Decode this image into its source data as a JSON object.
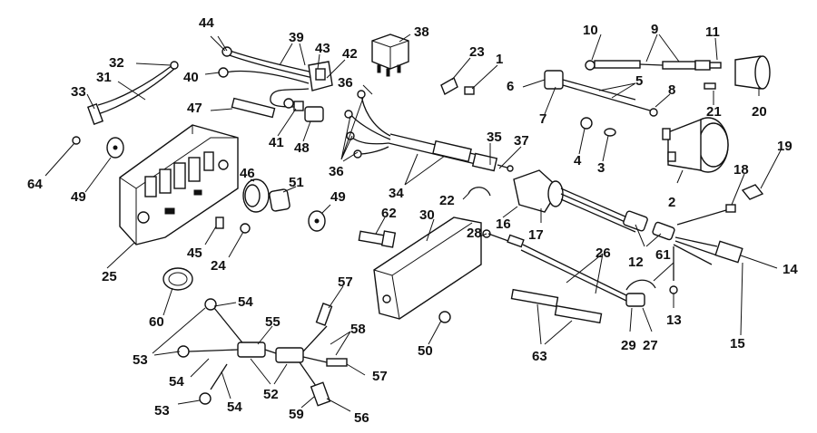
{
  "diagram": {
    "callouts": [
      {
        "id": "c44",
        "text": "44"
      },
      {
        "id": "c39",
        "text": "39"
      },
      {
        "id": "c43",
        "text": "43"
      },
      {
        "id": "c42",
        "text": "42"
      },
      {
        "id": "c38",
        "text": "38"
      },
      {
        "id": "c23",
        "text": "23"
      },
      {
        "id": "c1",
        "text": "1"
      },
      {
        "id": "c10",
        "text": "10"
      },
      {
        "id": "c9",
        "text": "9"
      },
      {
        "id": "c11",
        "text": "11"
      },
      {
        "id": "c32",
        "text": "32"
      },
      {
        "id": "c31",
        "text": "31"
      },
      {
        "id": "c33",
        "text": "33"
      },
      {
        "id": "c40",
        "text": "40"
      },
      {
        "id": "c36a",
        "text": "36"
      },
      {
        "id": "c6",
        "text": "6"
      },
      {
        "id": "c5",
        "text": "5"
      },
      {
        "id": "c8",
        "text": "8"
      },
      {
        "id": "c21",
        "text": "21"
      },
      {
        "id": "c20",
        "text": "20"
      },
      {
        "id": "c47",
        "text": "47"
      },
      {
        "id": "c41",
        "text": "41"
      },
      {
        "id": "c48",
        "text": "48"
      },
      {
        "id": "c7",
        "text": "7"
      },
      {
        "id": "c35",
        "text": "35"
      },
      {
        "id": "c37",
        "text": "37"
      },
      {
        "id": "c4",
        "text": "4"
      },
      {
        "id": "c3",
        "text": "3"
      },
      {
        "id": "c19",
        "text": "19"
      },
      {
        "id": "c18",
        "text": "18"
      },
      {
        "id": "c64",
        "text": "64"
      },
      {
        "id": "c49a",
        "text": "49"
      },
      {
        "id": "c46",
        "text": "46"
      },
      {
        "id": "c51",
        "text": "51"
      },
      {
        "id": "c36b",
        "text": "36"
      },
      {
        "id": "c34",
        "text": "34"
      },
      {
        "id": "c2",
        "text": "2"
      },
      {
        "id": "c49b",
        "text": "49"
      },
      {
        "id": "c22",
        "text": "22"
      },
      {
        "id": "c16",
        "text": "16"
      },
      {
        "id": "c17",
        "text": "17"
      },
      {
        "id": "c62",
        "text": "62"
      },
      {
        "id": "c30",
        "text": "30"
      },
      {
        "id": "c28",
        "text": "28"
      },
      {
        "id": "c12",
        "text": "12"
      },
      {
        "id": "c14",
        "text": "14"
      },
      {
        "id": "c45",
        "text": "45"
      },
      {
        "id": "c24",
        "text": "24"
      },
      {
        "id": "c25",
        "text": "25"
      },
      {
        "id": "c26",
        "text": "26"
      },
      {
        "id": "c61",
        "text": "61"
      },
      {
        "id": "c13",
        "text": "13"
      },
      {
        "id": "c60",
        "text": "60"
      },
      {
        "id": "c54a",
        "text": "54"
      },
      {
        "id": "c57a",
        "text": "57"
      },
      {
        "id": "c15",
        "text": "15"
      },
      {
        "id": "c55",
        "text": "55"
      },
      {
        "id": "c58",
        "text": "58"
      },
      {
        "id": "c29",
        "text": "29"
      },
      {
        "id": "c27",
        "text": "27"
      },
      {
        "id": "c53a",
        "text": "53"
      },
      {
        "id": "c50",
        "text": "50"
      },
      {
        "id": "c63",
        "text": "63"
      },
      {
        "id": "c54b",
        "text": "54"
      },
      {
        "id": "c57b",
        "text": "57"
      },
      {
        "id": "c52",
        "text": "52"
      },
      {
        "id": "c53b",
        "text": "53"
      },
      {
        "id": "c54c",
        "text": "54"
      },
      {
        "id": "c59",
        "text": "59"
      },
      {
        "id": "c56",
        "text": "56"
      }
    ]
  }
}
